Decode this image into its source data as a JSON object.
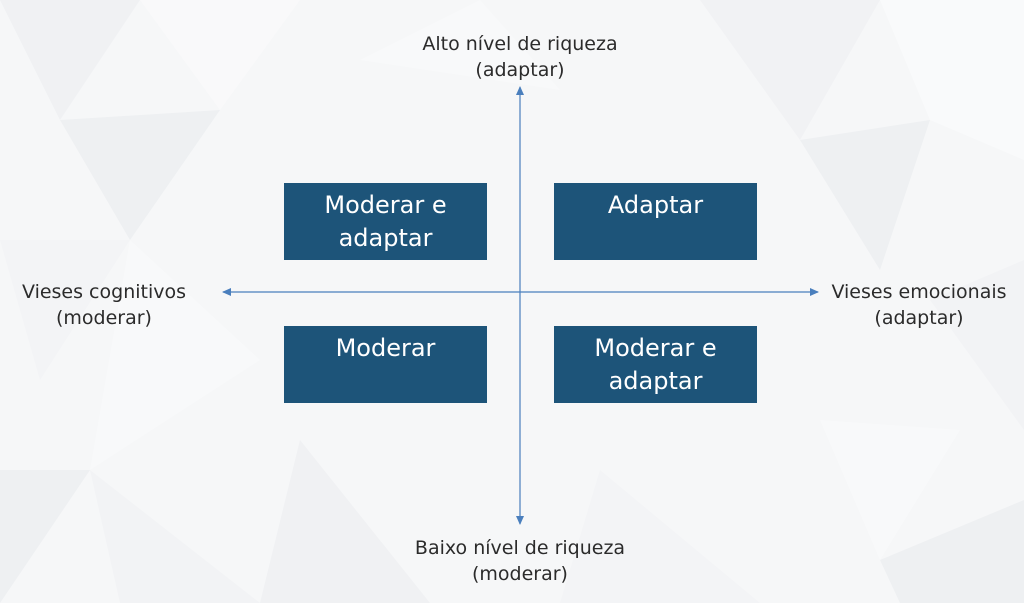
{
  "axes": {
    "top": {
      "line1": "Alto nível de riqueza",
      "line2": "(adaptar)"
    },
    "bottom": {
      "line1": "Baixo nível de riqueza",
      "line2": "(moderar)"
    },
    "left": {
      "line1": "Vieses cognitivos",
      "line2": "(moderar)"
    },
    "right": {
      "line1": "Vieses emocionais",
      "line2": "(adaptar)"
    }
  },
  "quadrants": {
    "top_left": "Moderar e adaptar",
    "top_right": "Adaptar",
    "bottom_left": "Moderar",
    "bottom_right": "Moderar e adaptar"
  },
  "colors": {
    "box_fill": "#1d5479",
    "box_text": "#ffffff",
    "axis_line": "#4a7fbd",
    "label_text": "#2b2b2b"
  }
}
